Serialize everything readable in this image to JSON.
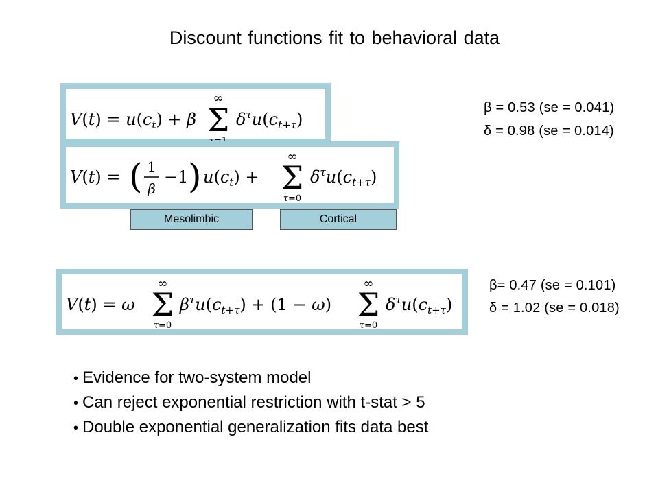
{
  "slide": {
    "title": "Discount functions fit to behavioral data",
    "equations": [
      "V(t) = u(c_t) + β Σ_{τ=1}^{∞} δ^τ u(c_{t+τ})",
      "V(t) = (1/β − 1) u(c_t) + Σ_{τ=0}^{∞} δ^τ u(c_{t+τ})",
      "V(t) = ω Σ_{τ=0}^{∞} β^τ u(c_{t+τ}) + (1 − ω) Σ_{τ=0}^{∞} δ^τ u(c_{t+τ})"
    ],
    "params_top": {
      "beta": "β = 0.53 (se = 0.041)",
      "delta": "δ = 0.98 (se = 0.014)"
    },
    "params_bottom": {
      "beta": "β= 0.47 (se = 0.101)",
      "delta": "δ = 1.02 (se = 0.018)"
    },
    "tags": {
      "mesolimbic": "Mesolimbic",
      "cortical": "Cortical"
    },
    "bullets": [
      "Evidence for two-system model",
      "Can reject exponential restriction with t-stat > 5",
      "Double exponential generalization fits data best"
    ],
    "bullet_glyph": "•",
    "colors": {
      "box_border": "#a3cfdb",
      "tag_fill": "#a3cfdb"
    }
  }
}
